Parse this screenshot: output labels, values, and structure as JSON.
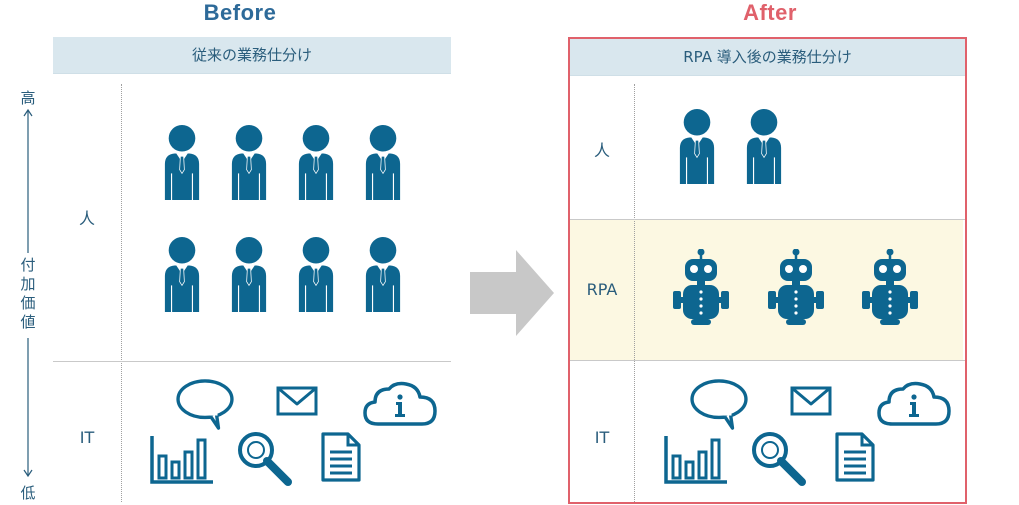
{
  "before": {
    "heading": "Before",
    "panel_title": "従来の業務仕分け",
    "rows": {
      "people": "人",
      "it": "IT"
    }
  },
  "after": {
    "heading": "After",
    "panel_title": "RPA 導入後の業務仕分け",
    "rows": {
      "people": "人",
      "rpa": "RPA",
      "it": "IT"
    }
  },
  "axis": {
    "high": "高",
    "title": "付加価値",
    "low": "低"
  },
  "colors": {
    "icon": "#0d6690",
    "before_heading": "#2d6a99",
    "after_heading": "#e0616b",
    "after_border": "#e0616b",
    "header_bg": "#d9e7ee",
    "rpa_bg": "#fcf8e2",
    "arrow": "#c8c8c8"
  },
  "icons": {
    "person": "person-icon",
    "robot": "robot-icon",
    "speech": "speech-bubble-icon",
    "mail": "mail-icon",
    "cloud": "info-cloud-icon",
    "chart": "bar-chart-icon",
    "magnifier": "magnifier-icon",
    "document": "document-icon"
  }
}
